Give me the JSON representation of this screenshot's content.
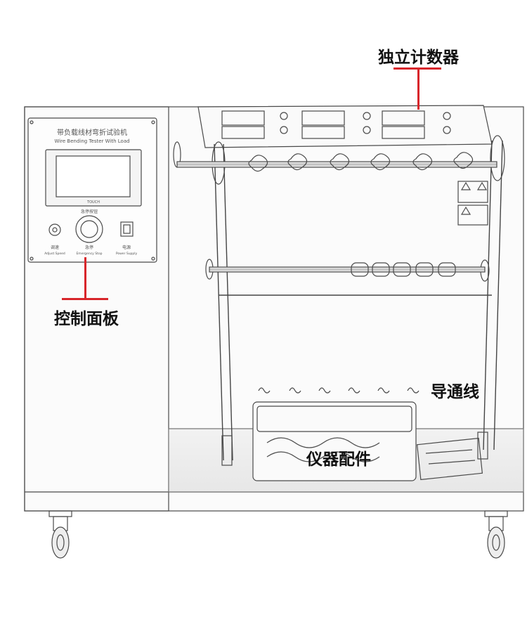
{
  "callouts": {
    "counter": "独立计数器",
    "control_panel": "控制面板",
    "lead_wire": "导通线",
    "accessories": "仪器配件"
  },
  "panel": {
    "title_cn": "带负载线材弯折试验机",
    "title_en": "Wire Bending Tester With Load",
    "screen_brand": "TOUCH",
    "estop_top": "急停按钮",
    "knob_cn": "调速",
    "knob_en": "Adjust Speed",
    "estop_cn": "急停",
    "estop_en": "Emergency Stop",
    "power_cn": "电源",
    "power_en": "Power Supply"
  },
  "colors": {
    "accent_line": "#d8262b",
    "sketch_line": "#4a4a4a",
    "text": "#111111"
  }
}
